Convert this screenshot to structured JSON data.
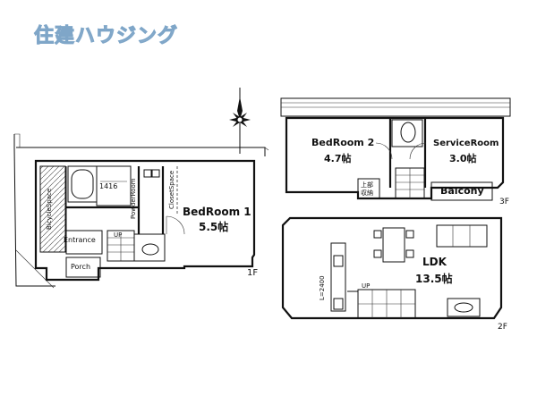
{
  "brand": {
    "logo_text": "住建ハウジング"
  },
  "compass": {
    "north_icon": "north-arrow-icon"
  },
  "floor1": {
    "floor_label": "1F",
    "bicycle_space": "BicycleSpace",
    "entrance": "Entrance",
    "porch": "Porch",
    "bath_size": "1416",
    "powder_room": "PowderRoom",
    "closet_space": "ClosetSpace",
    "bedroom1_name": "BedRoom 1",
    "bedroom1_size": "5.5帖",
    "stair_up": "UP"
  },
  "floor2": {
    "floor_label": "2F",
    "ldk_name": "LDK",
    "ldk_size": "13.5帖",
    "kitchen_dim": "L=2400",
    "stair_up": "UP"
  },
  "floor3": {
    "floor_label": "3F",
    "bedroom2_name": "BedRoom 2",
    "bedroom2_size": "4.7帖",
    "service_room_name": "ServiceRoom",
    "service_room_size": "3.0帖",
    "storage_line1": "上部",
    "storage_line2": "収納",
    "balcony": "Balcony"
  }
}
